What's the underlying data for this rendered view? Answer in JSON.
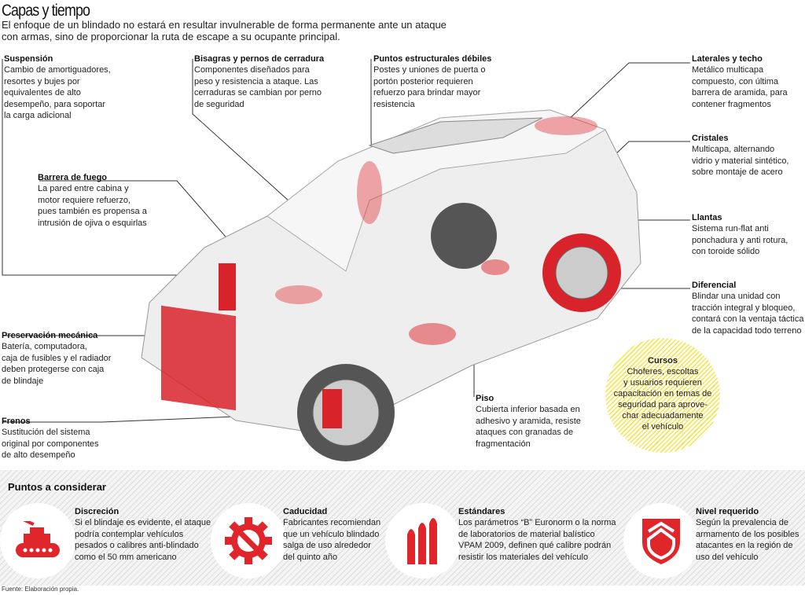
{
  "header": {
    "title": "Capas y tiempo",
    "subtitle": [
      "El enfoque de un blindado no estará en resultar invulnerable de forma permanente ante un ataque",
      "con armas, sino de proporcionar la ruta de escape a su ocupante principal."
    ]
  },
  "callouts": {
    "suspension": {
      "title": "Suspensión",
      "lines": [
        "Cambio de amortiguadores,",
        "resortes y bujes por",
        "equivalentes de alto",
        "desempeño, para soportar",
        "la carga adicional"
      ]
    },
    "bisagras": {
      "title": "Bisagras y pernos de cerradura",
      "lines": [
        "Componentes diseñados para",
        "peso y resistencia a ataque. Las",
        "cerraduras se cambian por perno",
        "de seguridad"
      ]
    },
    "puntos": {
      "title": "Puntos estructurales débiles",
      "lines": [
        "Postes y uniones de puerta o",
        "portón posterior requieren",
        "refuerzo para brindar mayor",
        "resistencia"
      ]
    },
    "laterales": {
      "title": "Laterales y techo",
      "lines": [
        "Metálico multicapa",
        "compuesto, con última",
        "barrera de aramida, para",
        "contener fragmentos"
      ]
    },
    "cristales": {
      "title": "Cristales",
      "lines": [
        "Multicapa, alternando",
        "vidrio y material sintético,",
        "sobre montaje de acero"
      ]
    },
    "llantas": {
      "title": "Llantas",
      "lines": [
        "Sistema run-flat anti",
        "ponchadura y anti rotura,",
        "con toroide sólido"
      ]
    },
    "diferencial": {
      "title": "Diferencial",
      "lines": [
        "Blindar una unidad con",
        "tracción integral y bloqueo,",
        "contará con la ventaja táctica",
        "de la capacidad todo terreno"
      ]
    },
    "barrera": {
      "title": "Barrera de fuego",
      "lines": [
        "La pared entre cabina y",
        "motor requiere refuerzo,",
        "pues también es propensa a",
        "intrusión de ojiva o esquirlas"
      ]
    },
    "preservacion": {
      "title": "Preservación mecánica",
      "lines": [
        "Batería, computadora,",
        "caja de fusibles y el radiador",
        "deben protegerse con caja",
        "de blindaje"
      ]
    },
    "frenos": {
      "title": "Frenos",
      "lines": [
        "Sustitución del sistema",
        "original por componentes",
        "de alto desempeño"
      ]
    },
    "piso": {
      "title": "Piso",
      "lines": [
        "Cubierta inferior basada en",
        "adhesivo y aramida, resiste",
        "ataques con granadas de",
        "fragmentación"
      ]
    }
  },
  "cursos": {
    "title": "Cursos",
    "lines": [
      "Choferes, escoltas",
      "y usuarios requieren",
      "capacitación en temas de",
      "seguridad para aprove-",
      "char adecuadamente",
      "el vehículo"
    ]
  },
  "points": {
    "title": "Puntos a considerar",
    "items": [
      {
        "icon": "tank-icon",
        "title": "Discreción",
        "lines": [
          "Si el blindaje es evidente, el ataque",
          "podría contemplar vehículos",
          "pesados o calibres anti-blindado",
          "como el 50 mm americano"
        ]
      },
      {
        "icon": "gear-wrench-icon",
        "title": "Caducidad",
        "lines": [
          "Fabricantes recomiendan",
          "que un vehículo blindado",
          "salga de uso alrededor",
          "del quinto año"
        ]
      },
      {
        "icon": "bullets-icon",
        "title": "Estándares",
        "lines": [
          "Los parámetros “B” Euronorm o la norma",
          "de laboratorios de material balístico",
          "VPAM 2009, definen qué calibre podrán",
          "resistir los materiales del vehículo"
        ]
      },
      {
        "icon": "shield-icon",
        "title": "Nivel requerido",
        "lines": [
          "Según la prevalencia de",
          "armamento de los posibles",
          "atacantes en la región de",
          "uso del vehículo"
        ]
      }
    ]
  },
  "footer": {
    "source": "Fuente: Elaboración propia."
  },
  "colors": {
    "accent": "#e0262b",
    "highlight": "#f7e34a"
  }
}
